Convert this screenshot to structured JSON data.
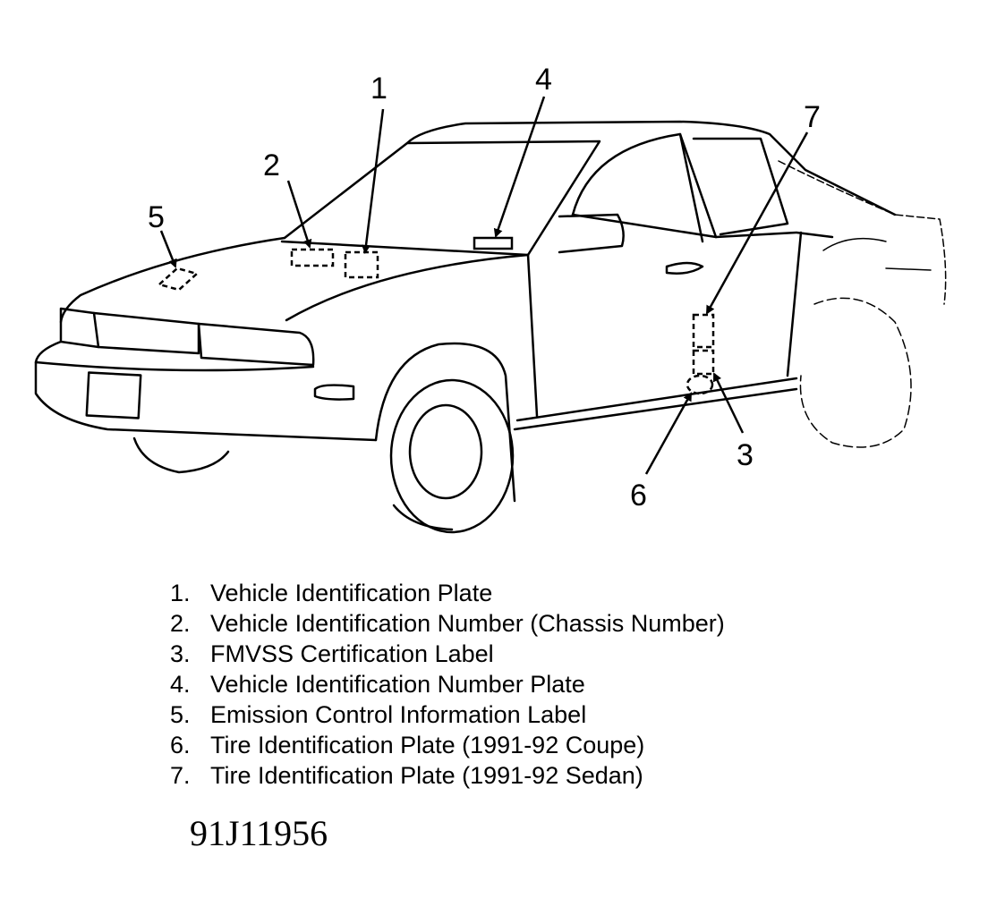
{
  "figure": {
    "callouts": [
      "1",
      "2",
      "3",
      "4",
      "5",
      "6",
      "7"
    ],
    "legend": [
      {
        "num": "1.",
        "text": "Vehicle Identification Plate"
      },
      {
        "num": "2.",
        "text": "Vehicle Identification Number (Chassis Number)"
      },
      {
        "num": "3.",
        "text": "FMVSS Certification Label"
      },
      {
        "num": "4.",
        "text": "Vehicle Identification Number Plate"
      },
      {
        "num": "5.",
        "text": "Emission Control Information Label"
      },
      {
        "num": "6.",
        "text": "Tire Identification Plate (1991-92 Coupe)"
      },
      {
        "num": "7.",
        "text": "Tire Identification Plate (1991-92 Sedan)"
      }
    ],
    "code": "91J11956"
  }
}
